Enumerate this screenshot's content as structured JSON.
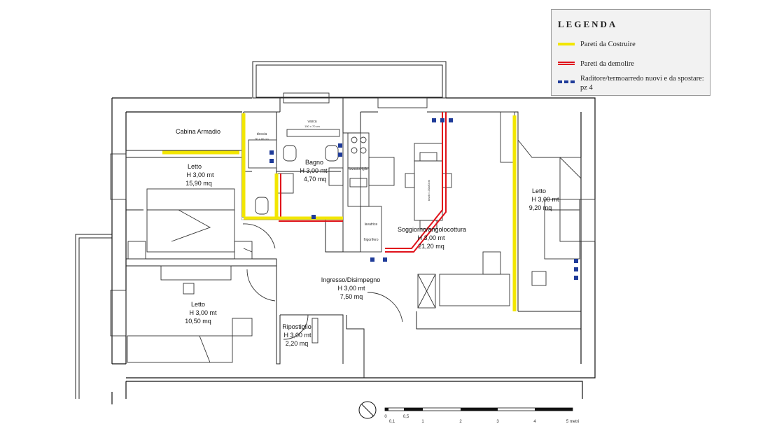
{
  "legend": {
    "title": "LEGENDA",
    "items": [
      {
        "label": "Pareti da Costruire",
        "color": "#f2e600",
        "style": "solid-yellow"
      },
      {
        "label": "Pareti da demolire",
        "color": "#e0121b",
        "style": "double-red"
      },
      {
        "label": "Raditore/termoarredo nuovi e da spostare: pz 4",
        "color": "#1f3b99",
        "style": "blue-dashes"
      }
    ]
  },
  "rooms": {
    "cabina": {
      "name": "Cabina Armadio"
    },
    "letto1": {
      "name": "Letto",
      "height": "H 3,00 mt",
      "area": "15,90 mq"
    },
    "letto2": {
      "name": "Letto",
      "height": "H 3,00 mt",
      "area": "10,50 mq"
    },
    "letto3": {
      "name": "Letto",
      "height": "H 3,00 mt",
      "area": "9,20 mq"
    },
    "bagno": {
      "name": "Bagno",
      "height": "H 3,00 mt",
      "area": "4,70 mq"
    },
    "soggiorno": {
      "name": "Soggiorno/angolocottura",
      "height": "H 3,00 mt",
      "area": "21,20 mq"
    },
    "ingresso": {
      "name": "Ingresso/Disimpegno",
      "height": "H 3,00 mt",
      "area": "7,50 mq"
    },
    "ripostiglio": {
      "name": "Ripostiglio",
      "height": "H 3,00 mt",
      "area": "2,20 mq"
    }
  },
  "fixtures": {
    "doccia": "doccia",
    "doccia_size": "90 x 80 cm",
    "vasca": "vasca",
    "vasca_size": "150 x 70 cm",
    "lavastoviglie": "lavastoviglie",
    "lavatrice": "lavatrice",
    "frigorifero": "frigorifero",
    "tavolo": "tavolo 130x80cm"
  },
  "scale": {
    "ticks": [
      "0",
      "0,1",
      "0,5",
      "1",
      "2",
      "3",
      "4",
      "5 metri"
    ]
  }
}
